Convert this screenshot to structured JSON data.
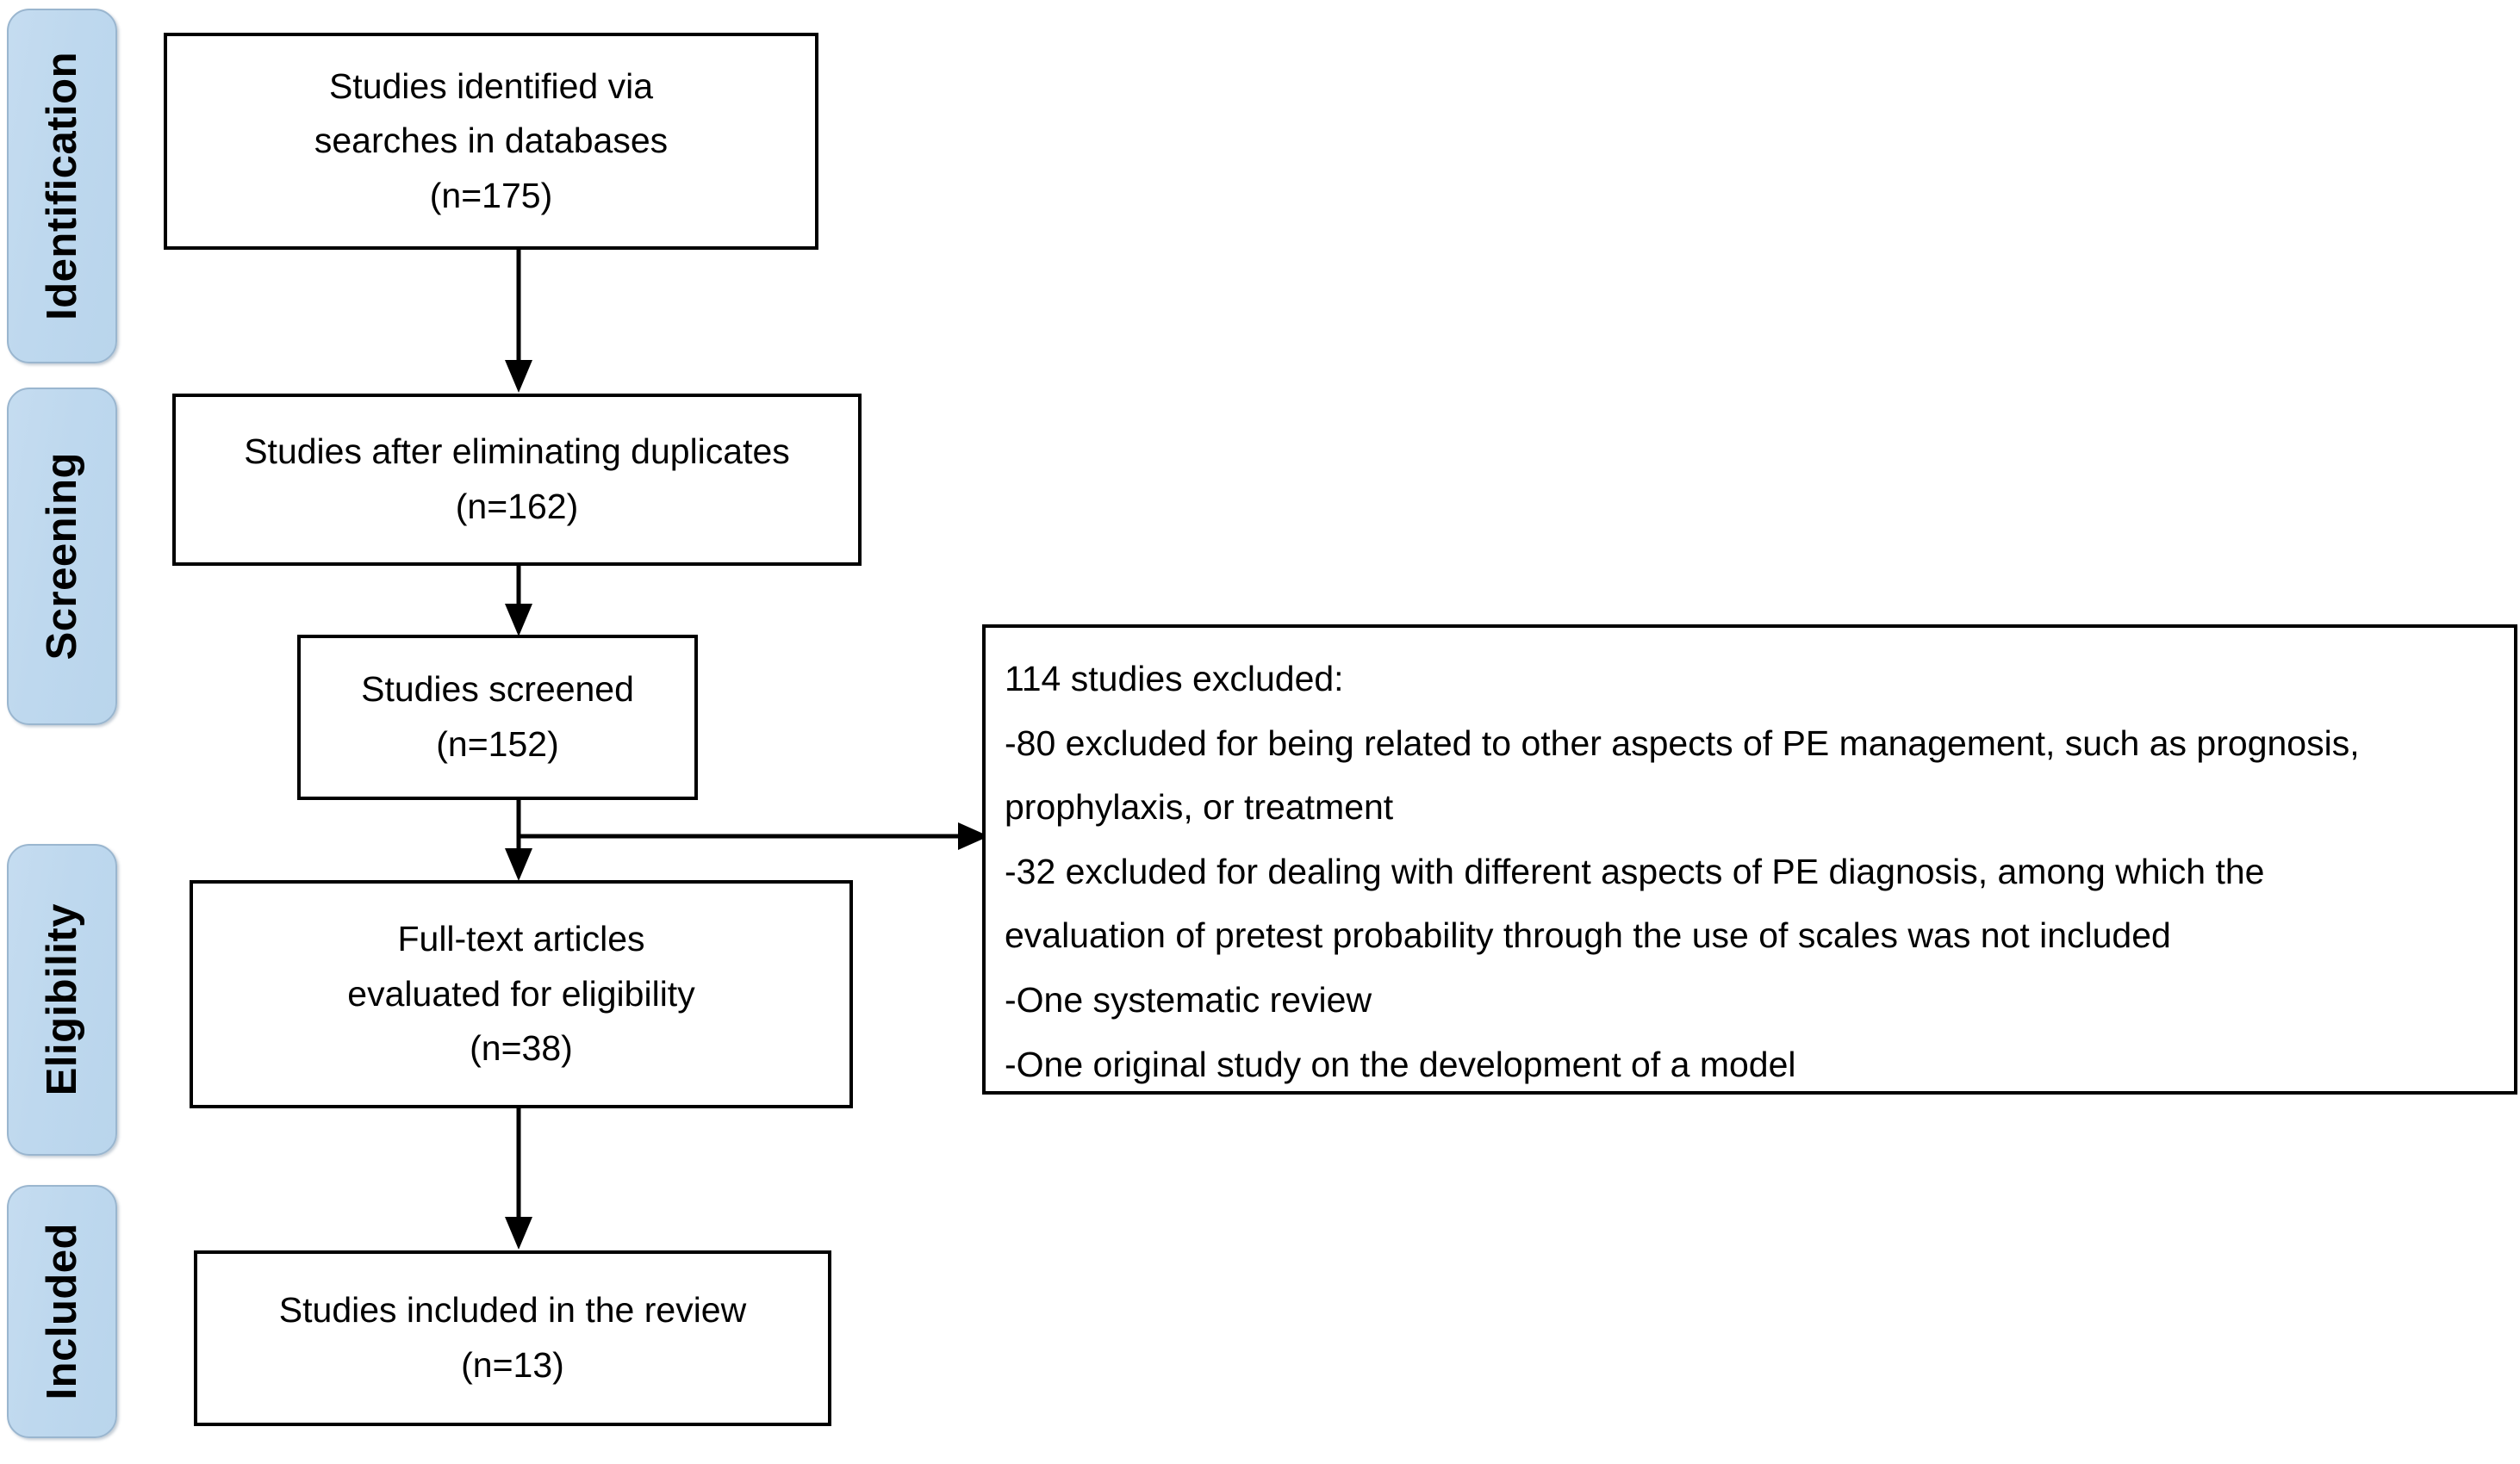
{
  "figure": {
    "type": "prisma-flow-diagram",
    "background_color": "#ffffff",
    "box_border_color": "#000000",
    "phase_tab_fill": "#bdd7ee",
    "phase_tab_border": "#9ab6cf"
  },
  "phases": [
    {
      "label": "Identification"
    },
    {
      "label": "Screening"
    },
    {
      "label": "Eligibility"
    },
    {
      "label": "Included"
    }
  ],
  "flow_boxes": [
    {
      "name": "identified",
      "lines": [
        "Studies identified via",
        "searches in databases",
        "(n=175)"
      ],
      "count": 175
    },
    {
      "name": "after-duplicates",
      "lines": [
        "Studies after eliminating duplicates",
        "(n=162)"
      ],
      "count": 162
    },
    {
      "name": "screened",
      "lines": [
        "Studies screened",
        "(n=152)"
      ],
      "count": 152
    },
    {
      "name": "full-text-eligibility",
      "lines": [
        "Full-text articles",
        "evaluated for eligibility",
        "(n=38)"
      ],
      "count": 38
    },
    {
      "name": "included",
      "lines": [
        "Studies included in the review",
        "(n=13)"
      ],
      "count": 13
    }
  ],
  "exclusion_box": {
    "name": "studies-excluded",
    "total_excluded": 114,
    "lines": [
      "114 studies excluded:",
      "-80 excluded for being related to other aspects of PE management, such as prognosis,",
      "prophylaxis, or treatment",
      "-32 excluded for dealing with different aspects of PE diagnosis, among which the",
      "evaluation of pretest probability through the use of scales was not included",
      "-One systematic review",
      "-One original study on the development of a model"
    ]
  }
}
